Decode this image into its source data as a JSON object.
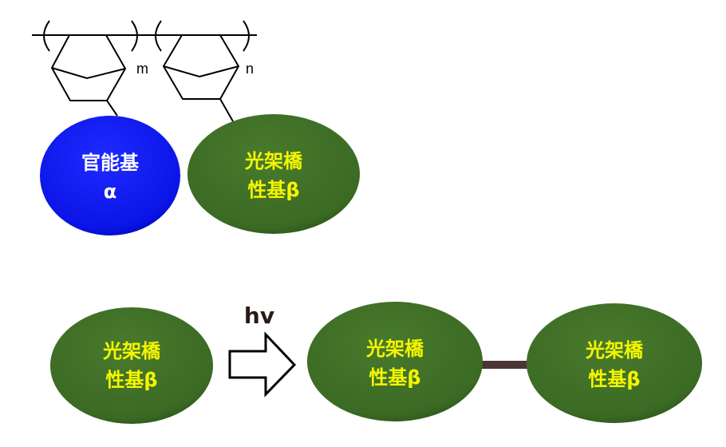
{
  "polymer": {
    "subscript_m": "m",
    "subscript_n": "n",
    "paren_open": "(",
    "paren_close": ")"
  },
  "groups": {
    "alpha": {
      "line1": "官能基",
      "line2": "α"
    },
    "beta_top": {
      "line1": "光架橋",
      "line2": "性基β"
    },
    "beta_reactant": {
      "line1": "光架橋",
      "line2": "性基β"
    },
    "beta_product_1": {
      "line1": "光架橋",
      "line2": "性基β"
    },
    "beta_product_2": {
      "line1": "光架橋",
      "line2": "性基β"
    }
  },
  "reaction": {
    "label": "hv"
  },
  "colors": {
    "alpha": "#0a14f0",
    "beta": "#3f6e26",
    "beta_text": "#f5f500",
    "alpha_text": "#ffffff",
    "bond": "#4a3434"
  }
}
